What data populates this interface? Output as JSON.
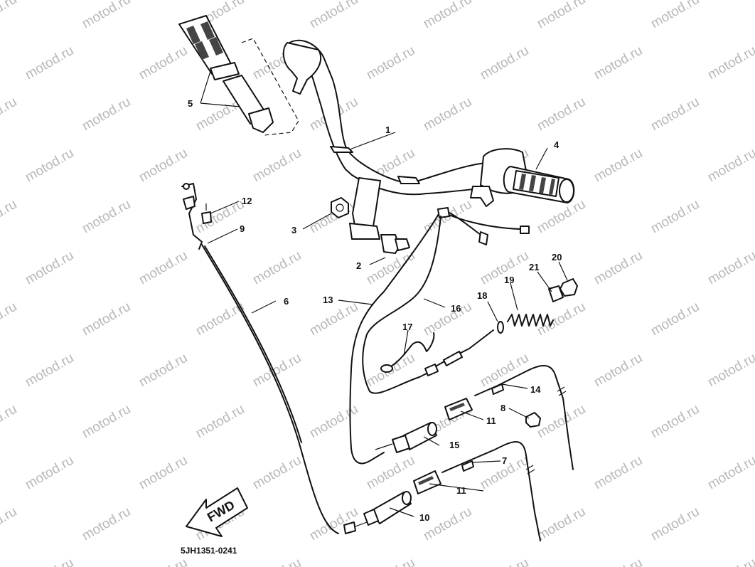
{
  "watermark": {
    "text": "motod.ru",
    "color": "#b8b8b8"
  },
  "diagram_code": "5JH1351-0241",
  "direction_marker": {
    "text": "FWD"
  },
  "part_labels": [
    {
      "number": "1"
    },
    {
      "number": "2"
    },
    {
      "number": "3"
    },
    {
      "number": "4"
    },
    {
      "number": "5"
    },
    {
      "number": "6"
    },
    {
      "number": "7"
    },
    {
      "number": "8"
    },
    {
      "number": "9"
    },
    {
      "number": "10"
    },
    {
      "number": "11"
    },
    {
      "number": "11"
    },
    {
      "number": "12"
    },
    {
      "number": "13"
    },
    {
      "number": "14"
    },
    {
      "number": "15"
    },
    {
      "number": "16"
    },
    {
      "number": "17"
    },
    {
      "number": "18"
    },
    {
      "number": "19"
    },
    {
      "number": "20"
    },
    {
      "number": "21"
    }
  ]
}
